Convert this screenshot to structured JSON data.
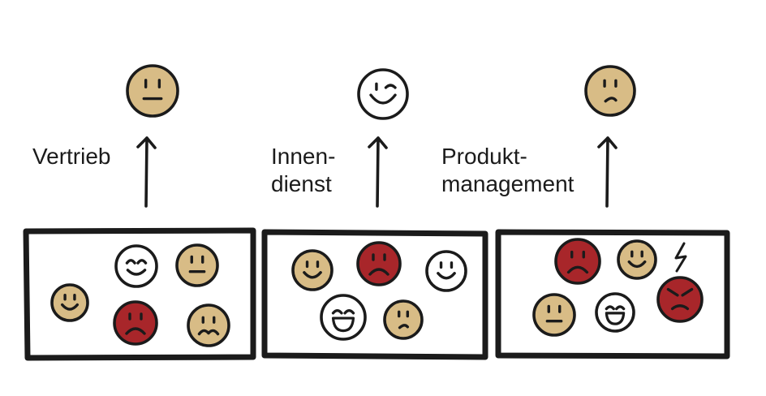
{
  "colors": {
    "tan": "#d8bc86",
    "red": "#a8262a",
    "white": "#ffffff",
    "ink": "#1b1b1b"
  },
  "departments": [
    {
      "name_lines": [
        "Vertrieb"
      ],
      "summary_face": {
        "color": "tan",
        "mood": "neutral"
      },
      "team_faces": [
        {
          "color": "white",
          "mood": "content"
        },
        {
          "color": "tan",
          "mood": "neutral"
        },
        {
          "color": "tan",
          "mood": "happy"
        },
        {
          "color": "red",
          "mood": "sad"
        },
        {
          "color": "tan",
          "mood": "worried"
        }
      ]
    },
    {
      "name_lines": [
        "Innen-",
        "dienst"
      ],
      "summary_face": {
        "color": "white",
        "mood": "wink"
      },
      "team_faces": [
        {
          "color": "tan",
          "mood": "smile"
        },
        {
          "color": "red",
          "mood": "sad"
        },
        {
          "color": "white",
          "mood": "smile"
        },
        {
          "color": "white",
          "mood": "grin"
        },
        {
          "color": "tan",
          "mood": "doubtful"
        }
      ]
    },
    {
      "name_lines": [
        "Produkt-",
        "management"
      ],
      "summary_face": {
        "color": "tan",
        "mood": "doubtful"
      },
      "team_faces": [
        {
          "color": "red",
          "mood": "sad"
        },
        {
          "color": "tan",
          "mood": "smile"
        },
        {
          "color": "red",
          "mood": "angry"
        },
        {
          "color": "tan",
          "mood": "neutral"
        },
        {
          "color": "white",
          "mood": "grin"
        }
      ],
      "extra_icon": "lightning-bolt-icon"
    }
  ]
}
